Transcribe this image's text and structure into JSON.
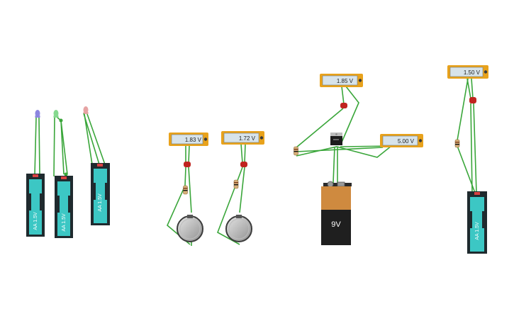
{
  "canvas": {
    "background": "#ffffff",
    "wire_color": "#3aa63a",
    "meter_frame_color": "#e8a21c",
    "meter_screen_color": "#d7e3ea",
    "battery_body_color": "#1f2a2e",
    "battery_cell_color": "#3cc7c4"
  },
  "aa_batteries": [
    {
      "label": "AA 1.5V"
    },
    {
      "label": "AA 1.5V"
    },
    {
      "label": "AA 1.5V"
    },
    {
      "label": "AA 1.5V"
    }
  ],
  "leds": [
    {
      "color": "#8c86e0",
      "icon": "led-blue-icon"
    },
    {
      "color": "#86d98f",
      "icon": "led-green-icon"
    },
    {
      "color": "#e6a3a3",
      "icon": "led-red-icon"
    }
  ],
  "multimeters": [
    {
      "reading": "1.83 V"
    },
    {
      "reading": "1.72 V"
    },
    {
      "reading": "1.85 V"
    },
    {
      "reading": "5.00 V"
    },
    {
      "reading": "1.50 V"
    }
  ],
  "nine_volt_battery": {
    "label": "9V"
  }
}
